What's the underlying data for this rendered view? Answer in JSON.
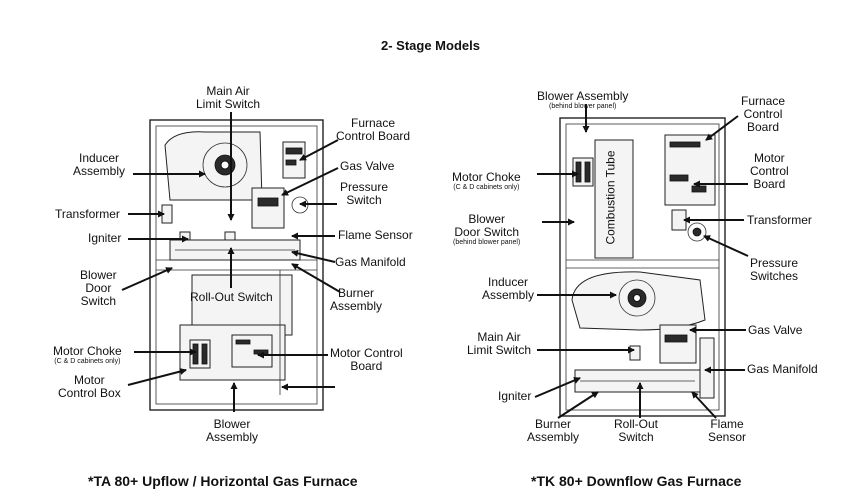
{
  "title": "2- Stage Models",
  "left": {
    "caption": "*TA 80+ Upflow / Horizontal Gas Furnace",
    "labels": {
      "main_air_limit": "Main Air\nLimit Switch",
      "furnace_control_board": "Furnace\nControl Board",
      "inducer_assembly": "Inducer\nAssembly",
      "gas_valve": "Gas Valve",
      "pressure_switch": "Pressure\nSwitch",
      "transformer": "Transformer",
      "igniter": "Igniter",
      "flame_sensor": "Flame Sensor",
      "gas_manifold": "Gas Manifold",
      "blower_door_switch": "Blower\nDoor\nSwitch",
      "roll_out_switch": "Roll-Out Switch",
      "burner_assembly": "Burner\nAssembly",
      "motor_choke": "Motor Choke",
      "motor_choke_sub": "(C & D cabinets only)",
      "motor_control_box": "Motor\nControl Box",
      "motor_control_board": "Motor Control\nBoard",
      "blower_assembly": "Blower\nAssembly"
    }
  },
  "right": {
    "caption": "*TK 80+ Downflow Gas Furnace",
    "labels": {
      "blower_assembly": "Blower Assembly",
      "blower_assembly_sub": "(behind blower panel)",
      "furnace_control_board": "Furnace\nControl\nBoard",
      "motor_choke": "Motor Choke",
      "motor_choke_sub": "(C & D cabinets only)",
      "motor_control_board": "Motor\nControl\nBoard",
      "blower_door_switch": "Blower\nDoor Switch",
      "blower_door_switch_sub": "(behind blower panel)",
      "combustion_tube": "Combustion Tube",
      "transformer": "Transformer",
      "pressure_switches": "Pressure\nSwitches",
      "inducer_assembly": "Inducer\nAssembly",
      "gas_valve": "Gas Valve",
      "main_air_limit": "Main Air\nLimit Switch",
      "gas_manifold": "Gas Manifold",
      "igniter": "Igniter",
      "burner_assembly": "Burner\nAssembly",
      "roll_out_switch": "Roll-Out\nSwitch",
      "flame_sensor": "Flame\nSensor"
    }
  }
}
